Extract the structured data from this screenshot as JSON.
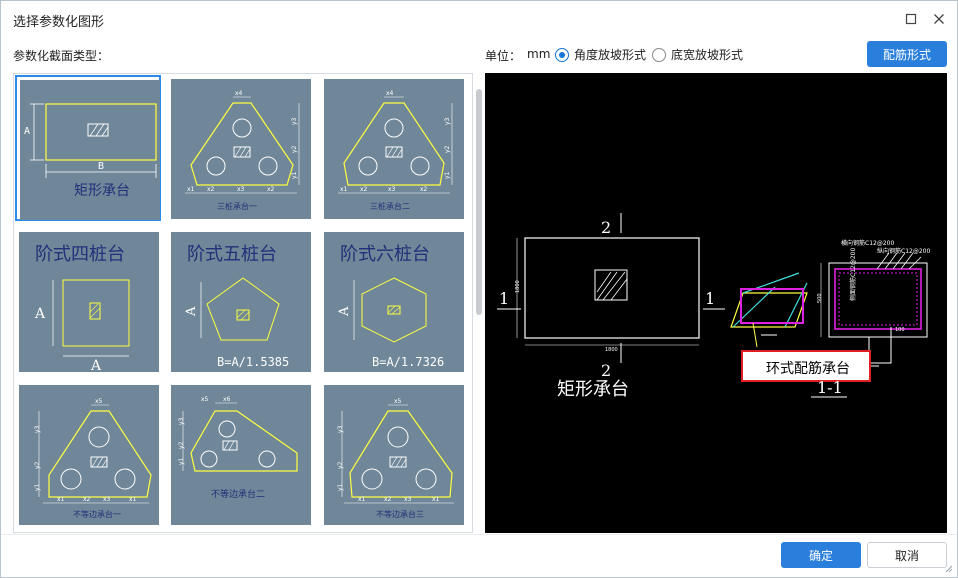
{
  "window": {
    "title": "选择参数化图形"
  },
  "header": {
    "section_label": "参数化截面类型：",
    "unit_label": "单位：",
    "unit_value": "mm",
    "radio_angle": "角度放坡形式",
    "radio_width": "底宽放坡形式",
    "selected_radio": "angle",
    "rebar_button": "配筋形式"
  },
  "gallery": {
    "items": [
      {
        "caption": "矩形承台",
        "selected": true
      },
      {
        "caption": "三桩承台一"
      },
      {
        "caption": "三桩承台二"
      },
      {
        "title": "阶式四桩台"
      },
      {
        "title": "阶式五桩台",
        "formula": "B=A/1.5385"
      },
      {
        "title": "阶式六桩台",
        "formula": "B=A/1.7326"
      },
      {
        "caption": "不等边承台一"
      },
      {
        "caption": "不等边承台二"
      },
      {
        "caption": "不等边承台三"
      }
    ],
    "dim_labels": {
      "A": "A",
      "B": "B",
      "x1": "x1",
      "x2": "x2",
      "x3": "x3",
      "y1": "y1",
      "y2": "y2",
      "y3": "y3"
    }
  },
  "preview": {
    "plan_caption": "矩形承台",
    "section_caption": "1-1",
    "mark_top": "2",
    "mark_bottom": "2",
    "mark_left": "1",
    "mark_right": "1",
    "dim_width": "1800",
    "dim_height": "1800",
    "rebar_top_label": "横向钢筋C12@200",
    "rebar_long_label": "纵向钢筋C12@200",
    "rebar_side_label": "侧面钢筋C12@200",
    "ring_label": "环式配筋承台",
    "dim_section": "500",
    "dim_small": "100"
  },
  "footer": {
    "ok": "确定",
    "cancel": "取消"
  },
  "colors": {
    "accent": "#2b7fdc",
    "thumb_bg": "#6f8798",
    "cad_yellow": "#ffff40",
    "cad_magenta": "#e020e0",
    "cad_cyan": "#40e0e0",
    "highlight_red": "#e02020"
  }
}
